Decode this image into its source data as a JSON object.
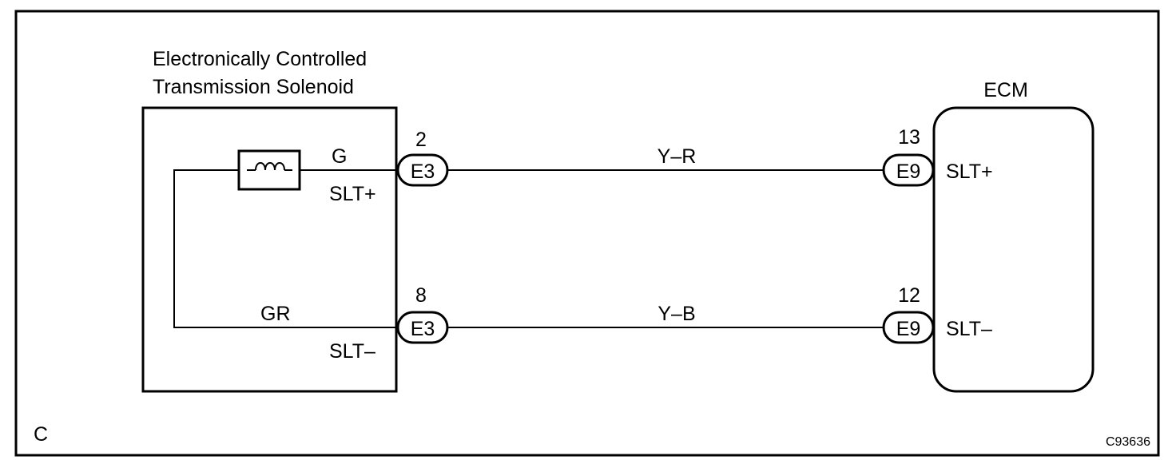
{
  "solenoid": {
    "title_line1": "Electronically Controlled",
    "title_line2": "Transmission Solenoid",
    "wire_color_top": "G",
    "wire_color_bottom": "GR",
    "terminal_top": "SLT+",
    "terminal_bottom": "SLT–"
  },
  "ecm": {
    "title": "ECM",
    "terminal_top": "SLT+",
    "terminal_bottom": "SLT–"
  },
  "connectors": {
    "solenoid_top": {
      "id": "E3",
      "pin": "2"
    },
    "solenoid_bottom": {
      "id": "E3",
      "pin": "8"
    },
    "ecm_top": {
      "id": "E9",
      "pin": "13"
    },
    "ecm_bottom": {
      "id": "E9",
      "pin": "12"
    }
  },
  "wires": {
    "top_color": "Y–R",
    "bottom_color": "Y–B"
  },
  "footer": {
    "corner_label": "C",
    "figure_code": "C93636"
  },
  "colors": {
    "line": "#000000",
    "background": "#ffffff"
  }
}
